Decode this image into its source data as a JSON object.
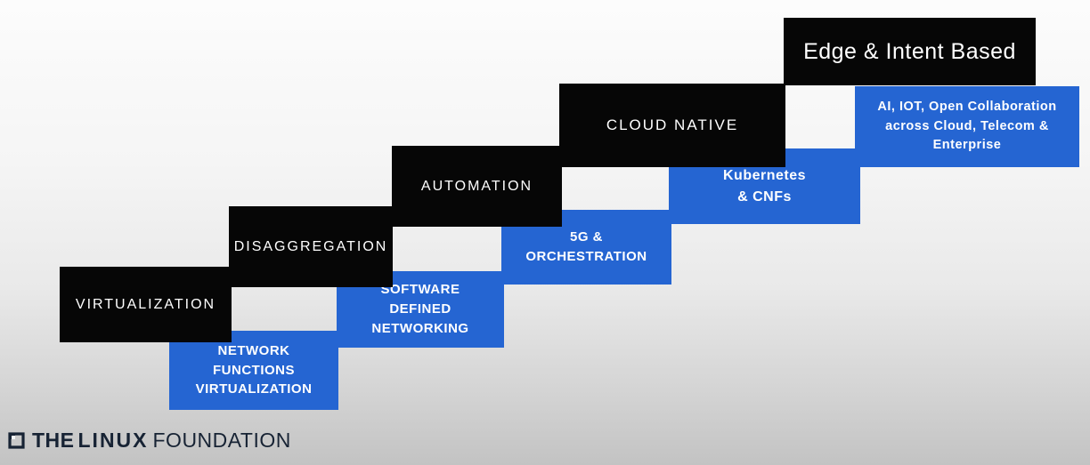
{
  "colors": {
    "black_box": "#060606",
    "blue_box": "#2565d2",
    "box_text": "#ffffff",
    "footer_text": "#172334"
  },
  "steps": [
    {
      "black_label": "VIRTUALIZATION",
      "blue_label": "NETWORK\nFUNCTIONS\nVIRTUALIZATION"
    },
    {
      "black_label": "DISAGGREGATION",
      "blue_label": "SOFTWARE\nDEFINED\nNETWORKING"
    },
    {
      "black_label": "AUTOMATION",
      "blue_label": "5G &\nORCHESTRATION"
    },
    {
      "black_label": "CLOUD NATIVE",
      "blue_label": "Kubernetes\n& CNFs"
    },
    {
      "black_label": "Edge & Intent Based",
      "blue_label": "AI, IOT, Open Collaboration\nacross Cloud, Telecom &\nEnterprise"
    }
  ],
  "footer": {
    "the": "THE",
    "linux": "LINUX",
    "foundation": "FOUNDATION"
  }
}
